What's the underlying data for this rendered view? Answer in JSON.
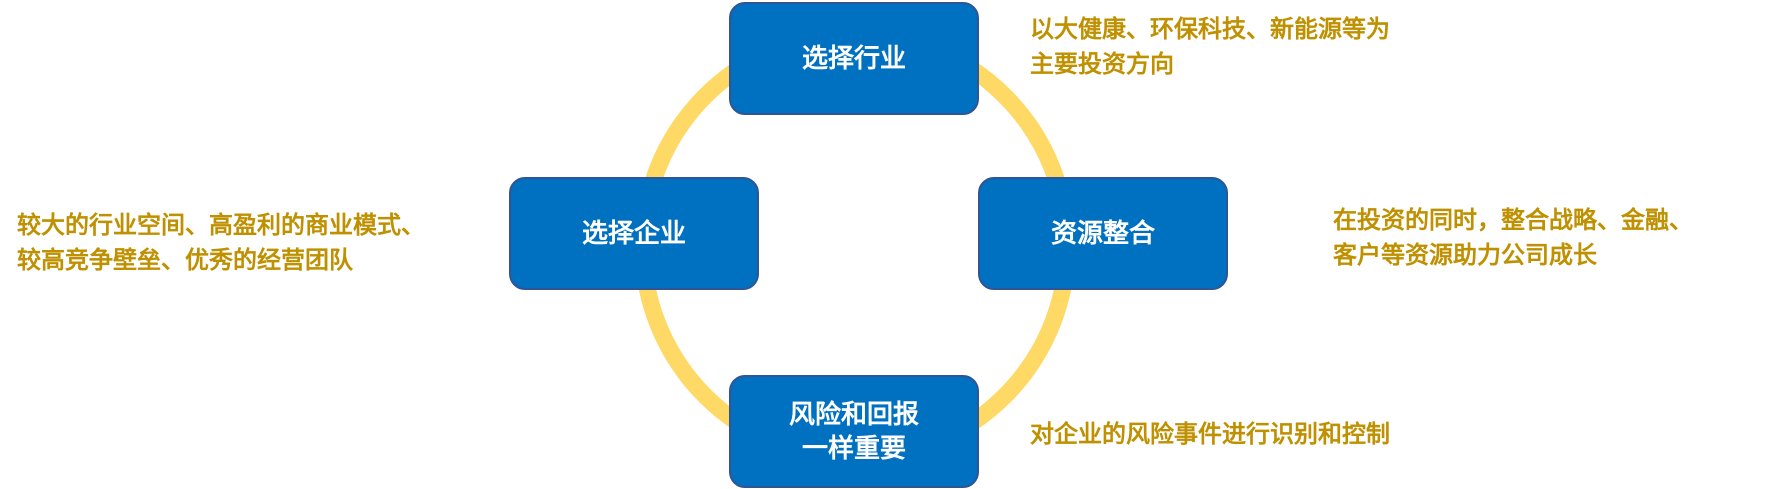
{
  "colors": {
    "ring": "#FFD966",
    "box": "#0070C0",
    "box_border": "#2F5597",
    "text": "#BF9000"
  },
  "nodes": {
    "top": {
      "label": "选择行业",
      "desc": [
        "以大健康、环保科技、新能源等为",
        "主要投资方向"
      ]
    },
    "right": {
      "label": "资源整合",
      "desc": [
        "在投资的同时，整合战略、金融、",
        "客户等资源助力公司成长"
      ]
    },
    "bottom": {
      "label": [
        "风险和回报",
        "一样重要"
      ],
      "desc": [
        "对企业的风险事件进行识别和控制"
      ]
    },
    "left": {
      "label": "选择企业",
      "desc": [
        "较大的行业空间、高盈利的商业模式、",
        "较高竞争壁垒、优秀的经营团队"
      ]
    }
  }
}
